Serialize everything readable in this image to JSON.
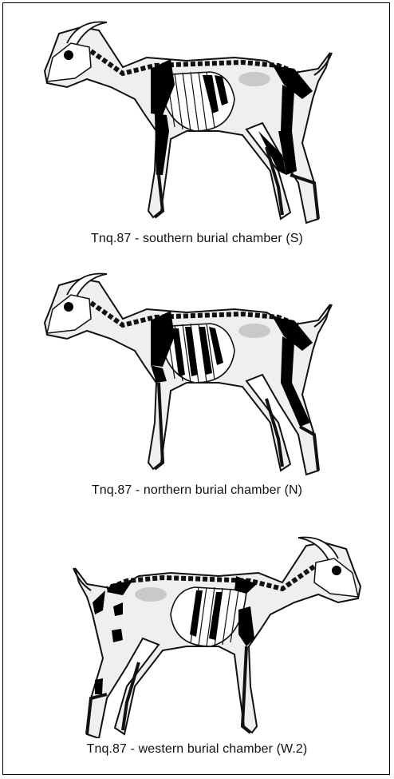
{
  "panels": [
    {
      "caption": "Tnq.87 - southern burial chamber (S)"
    },
    {
      "caption": "Tnq.87 - northern burial chamber (N)"
    },
    {
      "caption": "Tnq.87 - western burial chamber (W.2)"
    }
  ],
  "colors": {
    "outline": "#111111",
    "body_fill": "#efefef",
    "shade": "#c9c9c9",
    "bone_fill": "#ffffff",
    "marked_bone": "#000000"
  }
}
